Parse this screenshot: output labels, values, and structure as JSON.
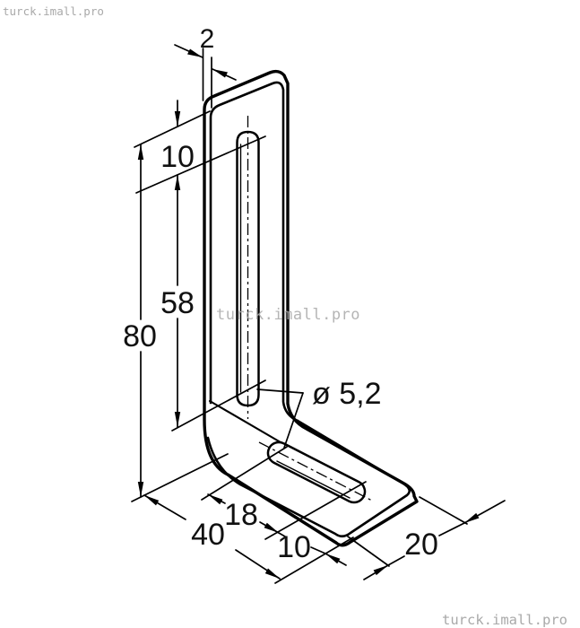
{
  "page": {
    "background": "#ffffff"
  },
  "watermarks": {
    "top_left": "turck.imall.pro",
    "center": "turck.imall.pro",
    "bottom_right": "turck.imall.pro"
  },
  "drawing": {
    "subject": "L-shaped mounting bracket with two slotted holes, isometric dimensional drawing",
    "fill_color": "#d2d2d2",
    "line_color": "#000000",
    "watermark_color": "#a9a9a9",
    "background_color": "#ffffff"
  },
  "dimensions": {
    "thickness": "2",
    "top_edge_to_slot": "10",
    "vertical_slot_length": "58",
    "overall_height": "80",
    "slot_width": "ø 5,2",
    "base_slot_length": "18",
    "base_length": "40",
    "base_slot_to_edge": "10",
    "base_width": "20"
  }
}
